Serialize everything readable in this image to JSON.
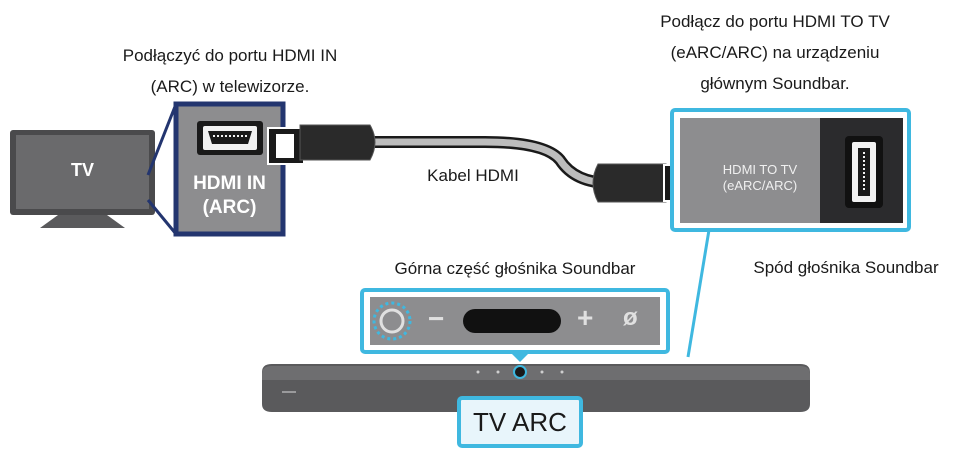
{
  "labels": {
    "tv_hdmi_in": [
      "Podłączyć do portu HDMI IN",
      "(ARC) w telewizorze."
    ],
    "soundbar_hdmi_out": [
      "Podłącz do portu HDMI TO TV",
      "(eARC/ARC) na urządzeniu",
      "głównym Soundbar."
    ],
    "cable": "Kabel HDMI",
    "top_of_soundbar": "Górna część głośnika Soundbar",
    "bottom_of_soundbar": "Spód głośnika Soundbar"
  },
  "tv": {
    "label": "TV"
  },
  "tv_port": {
    "line1": "HDMI IN",
    "line2": "(ARC)"
  },
  "soundbar_port": {
    "line1": "HDMI TO TV",
    "line2": "(eARC/ARC)"
  },
  "control_panel": {
    "minus": "−",
    "plus": "+",
    "mute": "ø"
  },
  "callout": {
    "label": "TV ARC"
  },
  "colors": {
    "accent_cyan": "#3fb8e0",
    "accent_navy": "#23356f",
    "device_dark": "#4a4a4c",
    "panel_gray": "#8d8d8f",
    "label_bg": "#e8f5fb"
  }
}
